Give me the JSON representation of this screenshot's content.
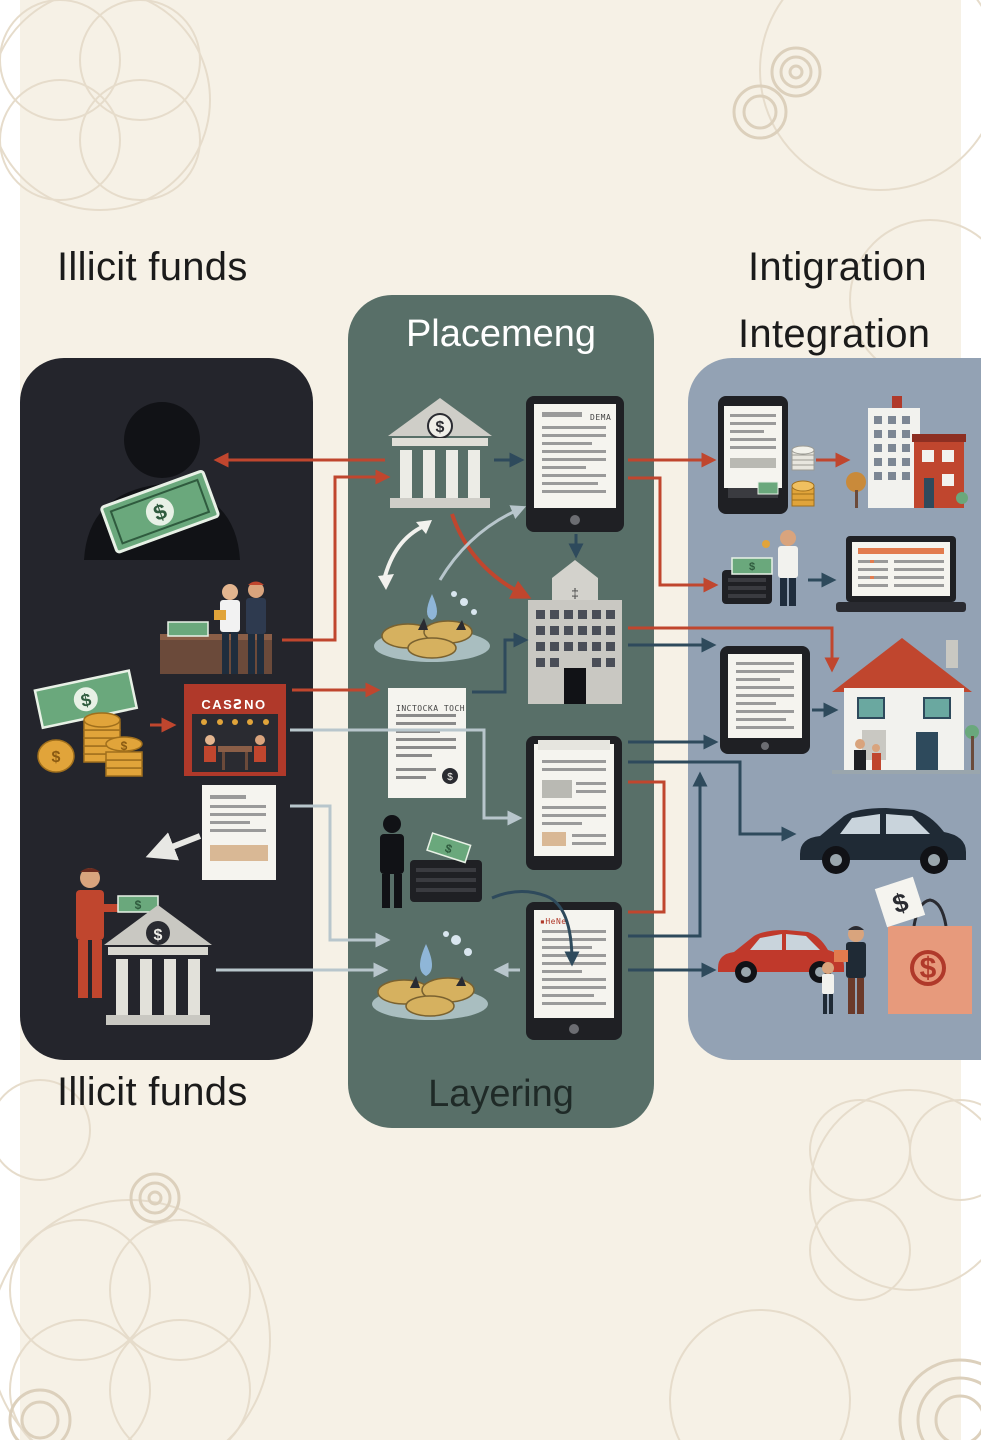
{
  "labels": {
    "top_left": "Illicit funds",
    "top_right_1": "Intigration",
    "top_right_2": "Integration",
    "middle_top": "Placemeng",
    "bottom_left": "Illicit funds",
    "middle_bottom": "Layering"
  },
  "icons": {
    "casino_sign": "CASꙄNO",
    "money_symbol": "$",
    "doc_header_1": "DEMA",
    "doc_header_2": "INCTOCKA TOCH",
    "doc_header_3": "▪HeNe"
  },
  "colors": {
    "background": "#f6f1e6",
    "left_panel": "#24252c",
    "middle_panel": "#586f68",
    "right_panel": "#93a2b4",
    "arrow_red": "#c0462e",
    "arrow_dark": "#2e4a5c",
    "arrow_light": "#b8c6cc",
    "money_green": "#6aa87c",
    "coin_gold": "#e1a43a"
  }
}
